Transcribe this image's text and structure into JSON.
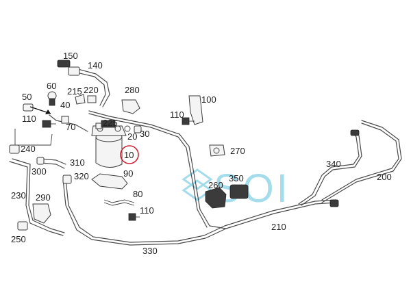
{
  "diagram": {
    "watermark_text": "SOI",
    "highlight_color": "#cc2233",
    "watermark_color": "#5bc0de",
    "callouts": [
      {
        "id": "150",
        "text": "150"
      },
      {
        "id": "140",
        "text": "140"
      },
      {
        "id": "60",
        "text": "60"
      },
      {
        "id": "215",
        "text": "215"
      },
      {
        "id": "220",
        "text": "220"
      },
      {
        "id": "280",
        "text": "280"
      },
      {
        "id": "100",
        "text": "100"
      },
      {
        "id": "50",
        "text": "50"
      },
      {
        "id": "40",
        "text": "40"
      },
      {
        "id": "110a",
        "text": "110"
      },
      {
        "id": "70",
        "text": "70"
      },
      {
        "id": "225",
        "text": "225"
      },
      {
        "id": "110b",
        "text": "110"
      },
      {
        "id": "20",
        "text": "20"
      },
      {
        "id": "30",
        "text": "30"
      },
      {
        "id": "240",
        "text": "240"
      },
      {
        "id": "10",
        "text": "10"
      },
      {
        "id": "270",
        "text": "270"
      },
      {
        "id": "300",
        "text": "300"
      },
      {
        "id": "310",
        "text": "310"
      },
      {
        "id": "340",
        "text": "340"
      },
      {
        "id": "320",
        "text": "320"
      },
      {
        "id": "90",
        "text": "90"
      },
      {
        "id": "350",
        "text": "350"
      },
      {
        "id": "200",
        "text": "200"
      },
      {
        "id": "260",
        "text": "260"
      },
      {
        "id": "230",
        "text": "230"
      },
      {
        "id": "290",
        "text": "290"
      },
      {
        "id": "80",
        "text": "80"
      },
      {
        "id": "110c",
        "text": "110"
      },
      {
        "id": "210",
        "text": "210"
      },
      {
        "id": "250",
        "text": "250"
      },
      {
        "id": "330",
        "text": "330"
      }
    ]
  }
}
